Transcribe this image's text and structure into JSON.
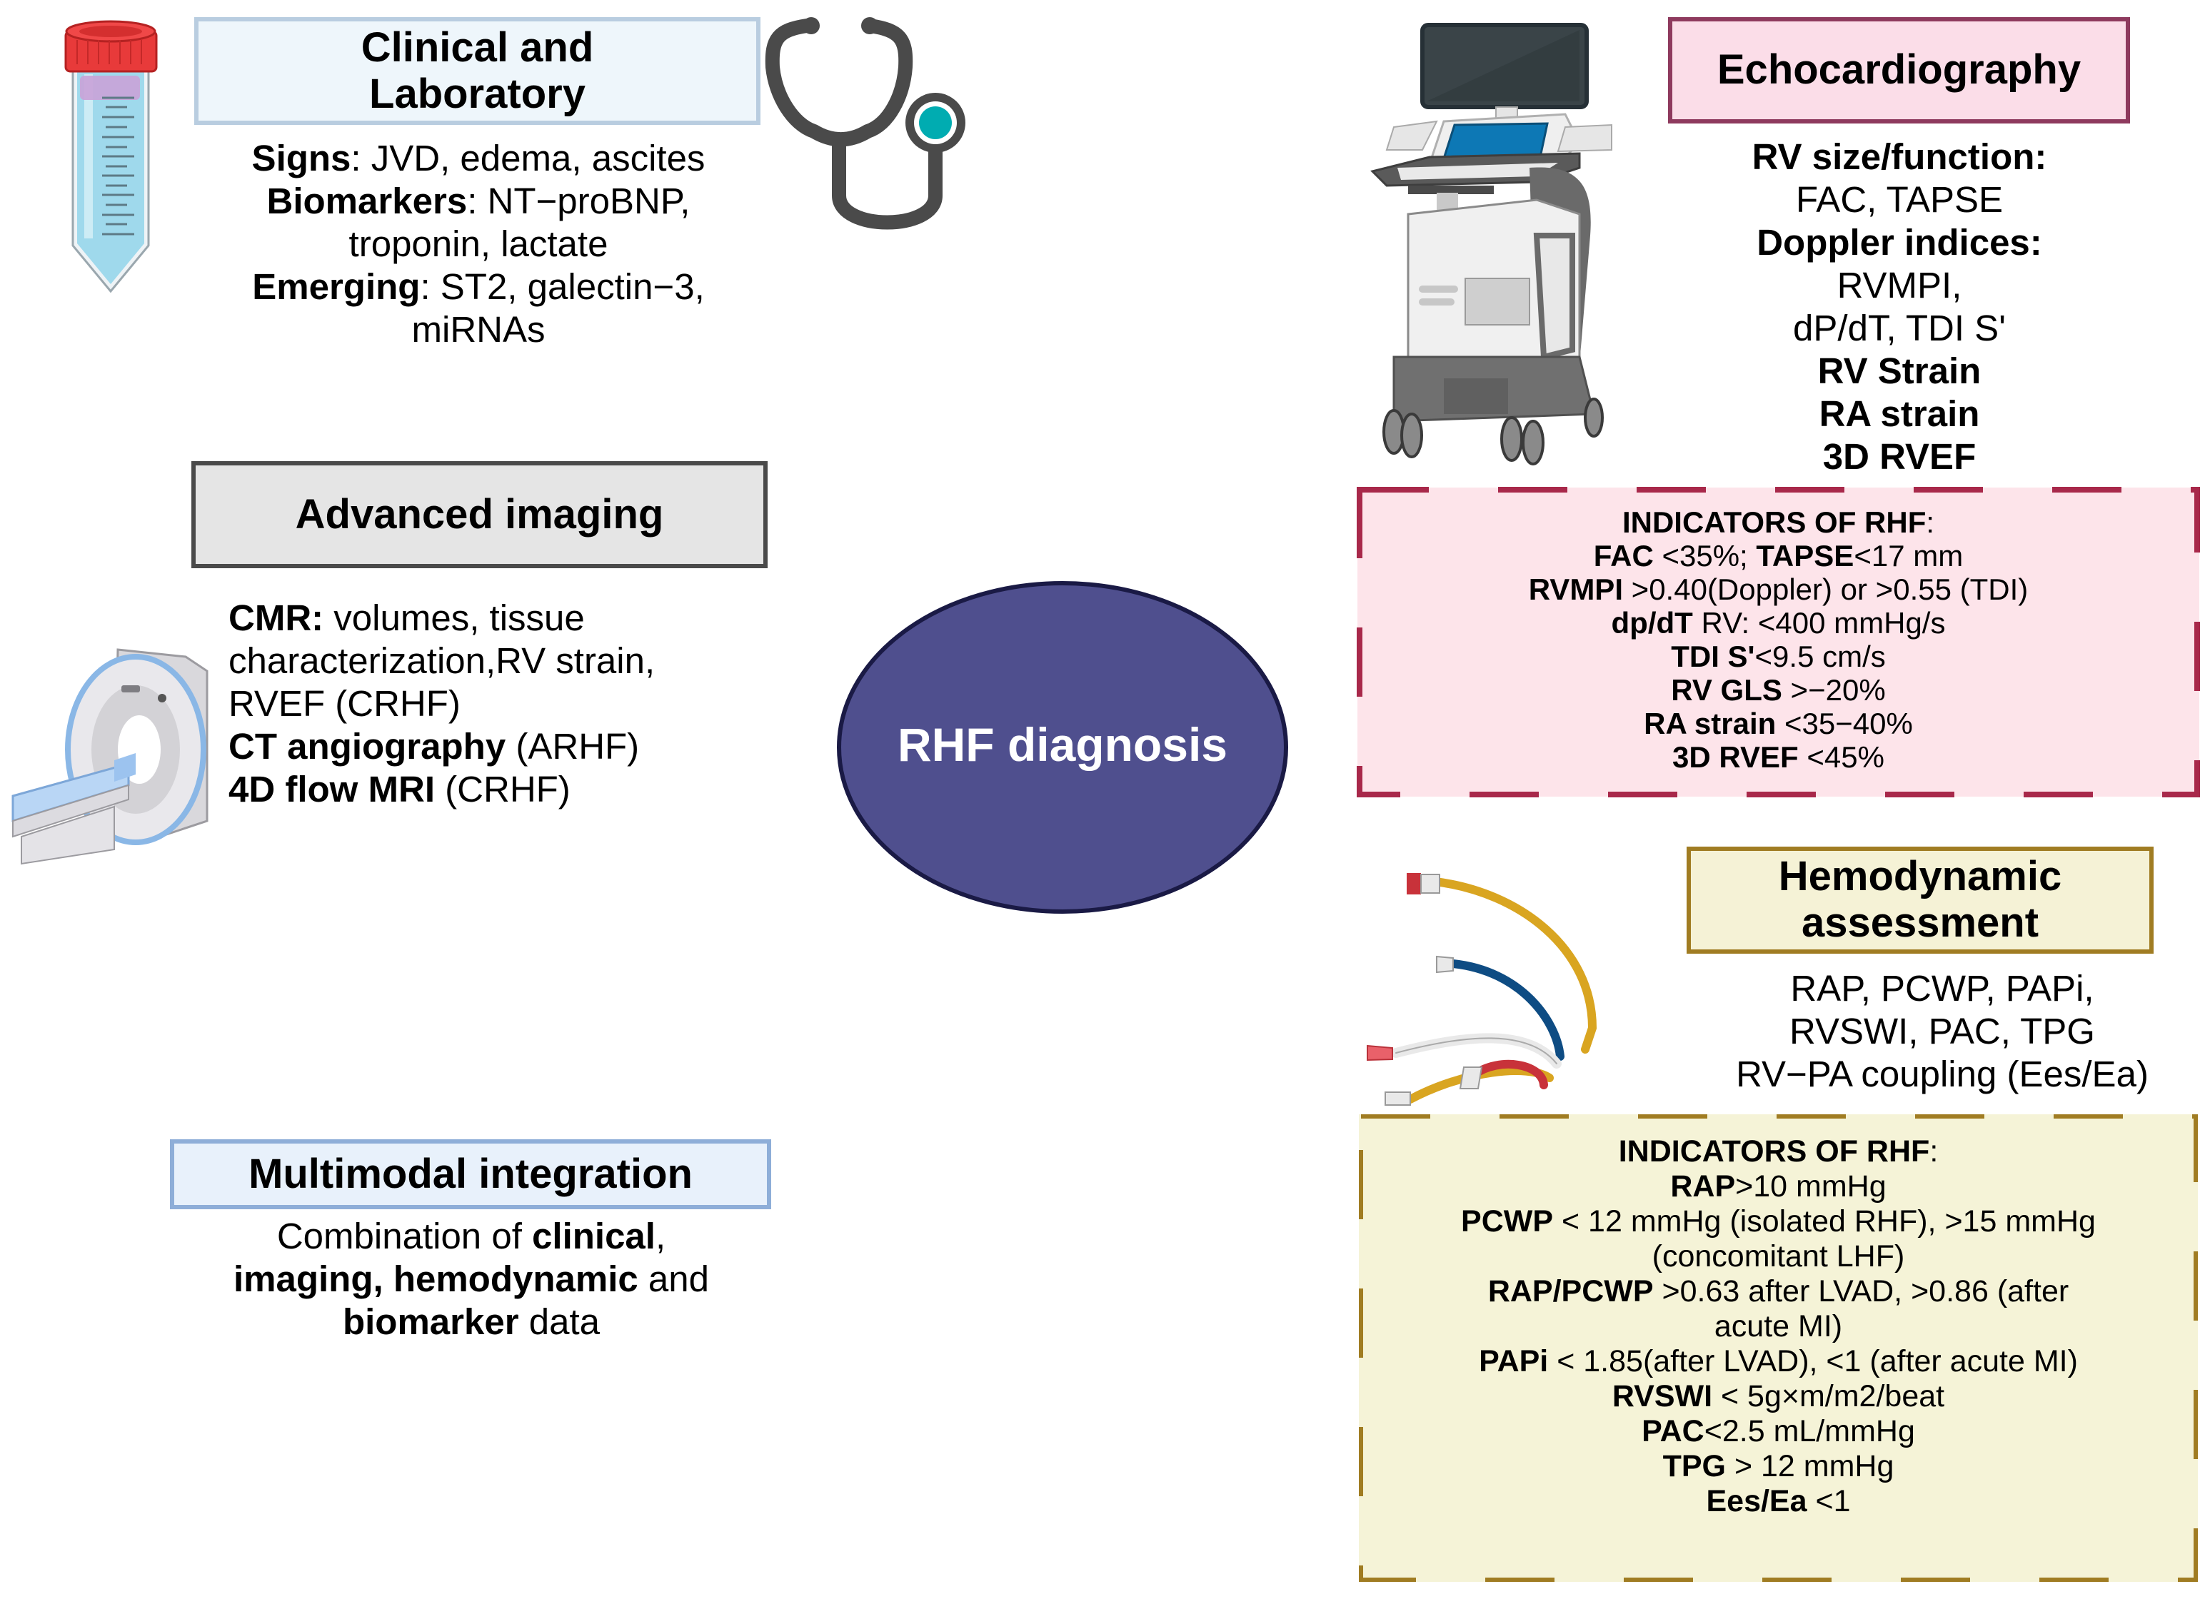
{
  "title": "RHF diagnosis",
  "colors": {
    "center_fill": "#4f4f8e",
    "center_stroke": "#1a1a45",
    "echo_dash": "#a8284a",
    "hemo_dash": "#a07c22",
    "stethoscope": "#4a4a4a",
    "stethoscope_accent": "#00acb1"
  },
  "icons": {
    "tube": "test-tube-icon",
    "stethoscope": "stethoscope-icon",
    "mri": "mri-scanner-icon",
    "ultrasound": "ultrasound-machine-icon",
    "catheter": "catheter-icon"
  },
  "clinical": {
    "title_line1": "Clinical and",
    "title_line2": "Laboratory",
    "lines": [
      [
        {
          "t": "Signs",
          "b": true
        },
        {
          "t": ": JVD, edema, ascites",
          "b": false
        }
      ],
      [
        {
          "t": "Biomarkers",
          "b": true
        },
        {
          "t": ": NT−proBNP,",
          "b": false
        }
      ],
      [
        {
          "t": "troponin, lactate",
          "b": false
        }
      ],
      [
        {
          "t": "Emerging",
          "b": true
        },
        {
          "t": ": ST2, galectin−3,",
          "b": false
        }
      ],
      [
        {
          "t": "miRNAs",
          "b": false
        }
      ]
    ]
  },
  "advanced": {
    "title": "Advanced imaging",
    "lines": [
      [
        {
          "t": "CMR:",
          "b": true
        },
        {
          "t": " volumes, tissue",
          "b": false
        }
      ],
      [
        {
          "t": "characterization,RV strain,",
          "b": false
        }
      ],
      [
        {
          "t": "RVEF (CRHF)",
          "b": false
        }
      ],
      [
        {
          "t": "CT angiography",
          "b": true
        },
        {
          "t": " (ARHF)",
          "b": false
        }
      ],
      [
        {
          "t": "4D flow MRI",
          "b": true
        },
        {
          "t": " (CRHF)",
          "b": false
        }
      ]
    ]
  },
  "multimodal": {
    "title": "Multimodal integration",
    "lines": [
      [
        {
          "t": "Combination of ",
          "b": false
        },
        {
          "t": "clinical",
          "b": true
        },
        {
          "t": ",",
          "b": false
        }
      ],
      [
        {
          "t": "imaging, hemodynamic",
          "b": true
        },
        {
          "t": " and",
          "b": false
        }
      ],
      [
        {
          "t": "biomarker",
          "b": true
        },
        {
          "t": " data",
          "b": false
        }
      ]
    ]
  },
  "center": {
    "label": "RHF diagnosis"
  },
  "echo": {
    "title": "Echocardiography",
    "lines": [
      [
        {
          "t": "RV size/function:",
          "b": true
        }
      ],
      [
        {
          "t": "FAC, TAPSE",
          "b": false
        }
      ],
      [
        {
          "t": "Doppler indices:",
          "b": true
        }
      ],
      [
        {
          "t": "RVMPI,",
          "b": false
        }
      ],
      [
        {
          "t": "dP/dT, TDI S'",
          "b": false
        }
      ],
      [
        {
          "t": "RV Strain",
          "b": true
        }
      ],
      [
        {
          "t": "RA strain",
          "b": true
        }
      ],
      [
        {
          "t": "3D RVEF",
          "b": true
        }
      ]
    ],
    "indicators": [
      [
        {
          "t": "INDICATORS OF RHF",
          "b": true
        },
        {
          "t": ":",
          "b": false
        }
      ],
      [
        {
          "t": "FAC",
          "b": true
        },
        {
          "t": " <35%; ",
          "b": false
        },
        {
          "t": "TAPSE",
          "b": true
        },
        {
          "t": "<17 mm",
          "b": false
        }
      ],
      [
        {
          "t": "RVMPI",
          "b": true
        },
        {
          "t": " >0.40(Doppler) or >0.55 (TDI)",
          "b": false
        }
      ],
      [
        {
          "t": "dp/dT",
          "b": true
        },
        {
          "t": " RV: <400 mmHg/s",
          "b": false
        }
      ],
      [
        {
          "t": "TDI S'",
          "b": true
        },
        {
          "t": "<9.5 cm/s",
          "b": false
        }
      ],
      [
        {
          "t": "RV GLS",
          "b": true
        },
        {
          "t": " >−20%",
          "b": false
        }
      ],
      [
        {
          "t": "RA strain",
          "b": true
        },
        {
          "t": " <35−40%",
          "b": false
        }
      ],
      [
        {
          "t": "3D RVEF",
          "b": true
        },
        {
          "t": " <45%",
          "b": false
        }
      ]
    ]
  },
  "hemo": {
    "title_line1": "Hemodynamic",
    "title_line2": "assessment",
    "lines": [
      [
        {
          "t": "RAP, PCWP, PAPi,",
          "b": false
        }
      ],
      [
        {
          "t": "RVSWI, PAC, TPG",
          "b": false
        }
      ],
      [
        {
          "t": "RV−PA coupling (Ees/Ea)",
          "b": false
        }
      ]
    ],
    "indicators": [
      [
        {
          "t": "INDICATORS OF RHF",
          "b": true
        },
        {
          "t": ":",
          "b": false
        }
      ],
      [
        {
          "t": "RAP",
          "b": true
        },
        {
          "t": ">10 mmHg",
          "b": false
        }
      ],
      [
        {
          "t": "PCWP",
          "b": true
        },
        {
          "t": " < 12 mmHg (isolated RHF), >15 mmHg",
          "b": false
        }
      ],
      [
        {
          "t": "(concomitant LHF)",
          "b": false
        }
      ],
      [
        {
          "t": "RAP/PCWP",
          "b": true
        },
        {
          "t": " >0.63 after LVAD, >0.86 (after",
          "b": false
        }
      ],
      [
        {
          "t": "acute MI)",
          "b": false
        }
      ],
      [
        {
          "t": "PAPi",
          "b": true
        },
        {
          "t": " < 1.85(after LVAD), <1 (after acute MI)",
          "b": false
        }
      ],
      [
        {
          "t": "RVSWI",
          "b": true
        },
        {
          "t": " < 5g×m/m2/beat",
          "b": false
        }
      ],
      [
        {
          "t": "PAC",
          "b": true
        },
        {
          "t": "<2.5 mL/mmHg",
          "b": false
        }
      ],
      [
        {
          "t": "TPG",
          "b": true
        },
        {
          "t": " > 12 mmHg",
          "b": false
        }
      ],
      [
        {
          "t": "Ees/Ea",
          "b": true
        },
        {
          "t": " <1",
          "b": false
        }
      ]
    ]
  }
}
